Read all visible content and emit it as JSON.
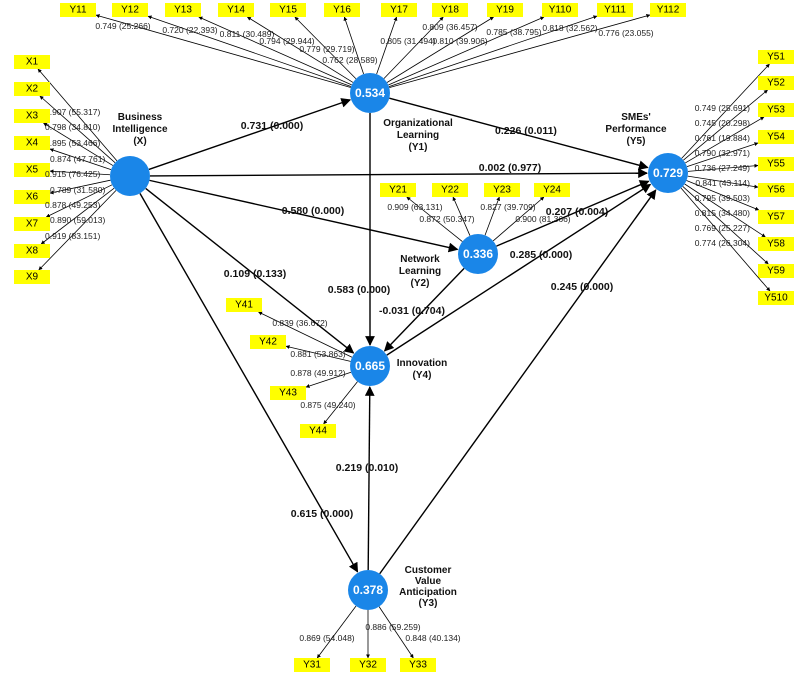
{
  "constructs": {
    "x": {
      "r2": "",
      "name": [
        "Business",
        "Intelligence",
        "(X)"
      ]
    },
    "y1": {
      "r2": "0.534",
      "name": [
        "Organizational",
        "Learning",
        "(Y1)"
      ]
    },
    "y2": {
      "r2": "0.336",
      "name": [
        "Network",
        "Learning",
        "(Y2)"
      ]
    },
    "y3": {
      "r2": "0.378",
      "name": [
        "Customer",
        "Value",
        "Anticipation",
        "(Y3)"
      ]
    },
    "y4": {
      "r2": "0.665",
      "name": [
        "Innovation",
        "(Y4)"
      ]
    },
    "y5": {
      "r2": "0.729",
      "name": [
        "SMEs'",
        "Performance",
        "(Y5)"
      ]
    }
  },
  "paths": {
    "x_y1": "0.731 (0.000)",
    "y1_y5": "0.226 (0.011)",
    "x_y5": "0.002 (0.977)",
    "x_y2": "0.580 (0.000)",
    "y2_y5": "0.207 (0.004)",
    "y4_y5": "0.285 (0.000)",
    "x_y4": "0.109 (0.133)",
    "y1_y4": "0.583 (0.000)",
    "y2_y4": "-0.031 (0.704)",
    "y3_y5": "0.245 (0.000)",
    "y3_y4": "0.219 (0.010)",
    "x_y3": "0.615 (0.000)"
  },
  "indicators": {
    "x": [
      {
        "label": "X1",
        "loading": "0.907 (55.317)"
      },
      {
        "label": "X2",
        "loading": "0.798 (34.810)"
      },
      {
        "label": "X3",
        "loading": "0.895 (53.466)"
      },
      {
        "label": "X4",
        "loading": "0.874 (47.761)"
      },
      {
        "label": "X5",
        "loading": "0.915 (76.425)"
      },
      {
        "label": "X6",
        "loading": "0.789 (31.580)"
      },
      {
        "label": "X7",
        "loading": "0.878 (49.253)"
      },
      {
        "label": "X8",
        "loading": "0.890 (59.013)"
      },
      {
        "label": "X9",
        "loading": "0.919 (83.151)"
      }
    ],
    "y1": [
      {
        "label": "Y11",
        "loading": "0.749 (25.266)"
      },
      {
        "label": "Y12",
        "loading": "0.720 (22.393)"
      },
      {
        "label": "Y13",
        "loading": "0.811 (30.489)"
      },
      {
        "label": "Y14",
        "loading": "0.794 (29.944)"
      },
      {
        "label": "Y15",
        "loading": "0.779 (29.719)"
      },
      {
        "label": "Y16",
        "loading": "0.762 (28.589)"
      },
      {
        "label": "Y17",
        "loading": "0.805 (31.494)"
      },
      {
        "label": "Y18",
        "loading": "0.809 (36.457)"
      },
      {
        "label": "Y19",
        "loading": "0.810 (39.906)"
      },
      {
        "label": "Y110",
        "loading": "0.785 (38.795)"
      },
      {
        "label": "Y111",
        "loading": "0.818 (32.562)"
      },
      {
        "label": "Y112",
        "loading": "0.776 (23.055)"
      }
    ],
    "y2": [
      {
        "label": "Y21",
        "loading": "0.909 (63.131)"
      },
      {
        "label": "Y22",
        "loading": "0.872 (50.347)"
      },
      {
        "label": "Y23",
        "loading": "0.827 (39.709)"
      },
      {
        "label": "Y24",
        "loading": "0.900 (81.366)"
      }
    ],
    "y3": [
      {
        "label": "Y31",
        "loading": "0.869 (54.048)"
      },
      {
        "label": "Y32",
        "loading": "0.886 (59.259)"
      },
      {
        "label": "Y33",
        "loading": "0.848 (40.134)"
      }
    ],
    "y4": [
      {
        "label": "Y41",
        "loading": "0.839 (36.672)"
      },
      {
        "label": "Y42",
        "loading": "0.881 (53.863)"
      },
      {
        "label": "Y43",
        "loading": "0.878 (49.912)"
      },
      {
        "label": "Y44",
        "loading": "0.875 (49.240)"
      }
    ],
    "y5": [
      {
        "label": "Y51",
        "loading": "0.749 (25.691)"
      },
      {
        "label": "Y52",
        "loading": "0.745 (20.298)"
      },
      {
        "label": "Y53",
        "loading": "0.761 (19.884)"
      },
      {
        "label": "Y54",
        "loading": "0.790 (32.971)"
      },
      {
        "label": "Y55",
        "loading": "0.736 (27.249)"
      },
      {
        "label": "Y56",
        "loading": "0.841 (43.114)"
      },
      {
        "label": "Y57",
        "loading": "0.795 (39.503)"
      },
      {
        "label": "Y58",
        "loading": "0.815 (34.480)"
      },
      {
        "label": "Y59",
        "loading": "0.769 (25.227)"
      },
      {
        "label": "Y510",
        "loading": "0.774 (26.304)"
      }
    ]
  },
  "colors": {
    "construct_fill": "#1a86e8",
    "indicator_fill": "#ffff00",
    "line": "#000000"
  }
}
